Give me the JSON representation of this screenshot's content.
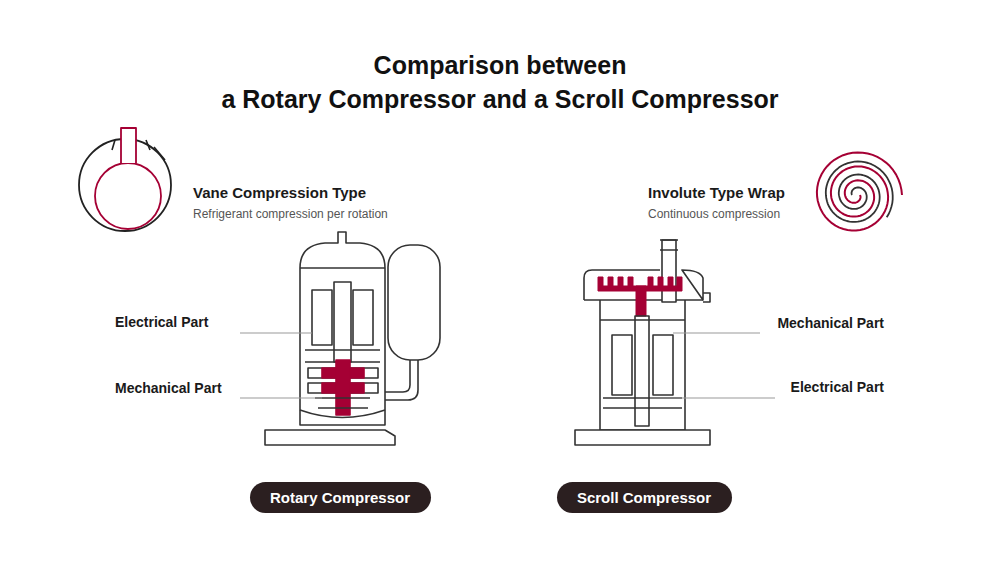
{
  "diagram": {
    "title": "Comparison between a Rotary Compressor and a Scroll Compressor",
    "nodes": [
      {
        "text": [
          "Rotary Compressor"
        ]
      },
      {
        "text": [
          "Scroll Compressor"
        ]
      }
    ],
    "labels": [
      "Vane Compression Type",
      "Refrigerant compression per rotation",
      "Electrical Part",
      "Mechanical Part",
      "Involute Type Wrap",
      "Continuous compression",
      "Mechanical Part",
      "Electrical Part"
    ]
  }
}
